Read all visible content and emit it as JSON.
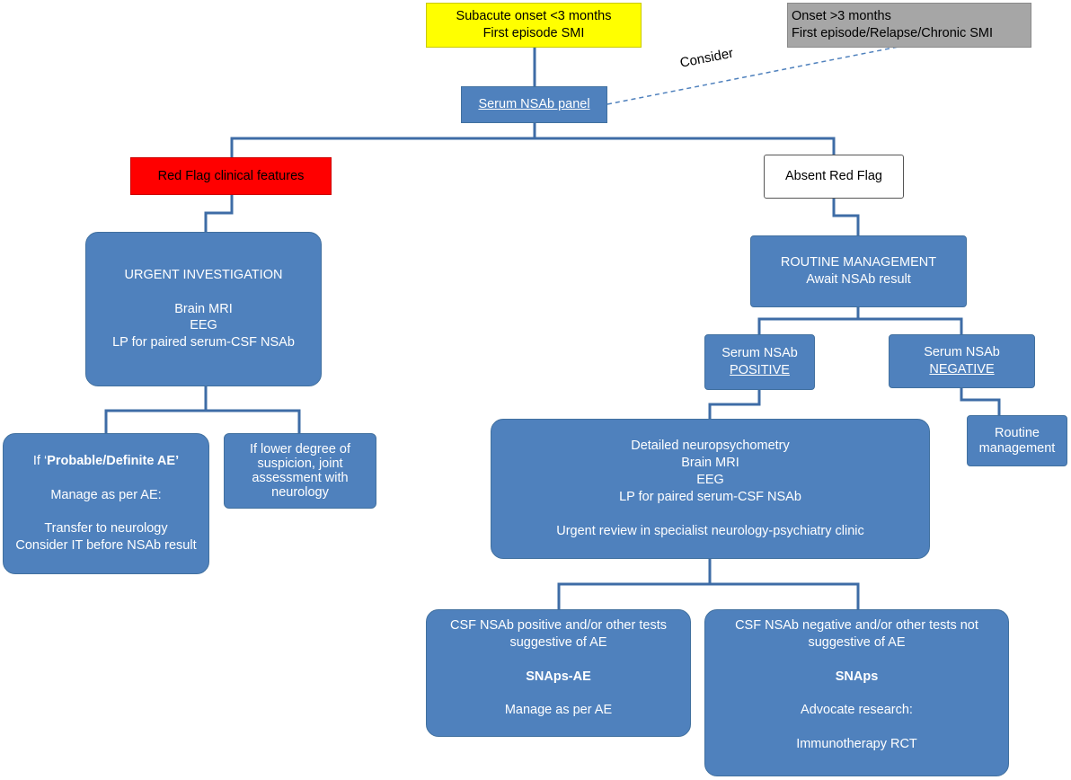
{
  "colors": {
    "box_fill": "#4f81bd",
    "connector": "#3e6ca6",
    "yellow": "#ffff00",
    "grey": "#a6a6a6",
    "red": "#ff0000"
  },
  "nodes": {
    "subacute": {
      "line1": "Subacute onset <3 months",
      "line2": "First episode SMI"
    },
    "onset_over": {
      "line1": "Onset >3 months",
      "line2": "First episode/Relapse/Chronic SMI"
    },
    "consider_label": "Consider",
    "serum_panel": "Serum NSAb panel",
    "red_flag": "Red Flag clinical features",
    "absent_red_flag": "Absent Red Flag",
    "urgent": {
      "title": "URGENT INVESTIGATION",
      "line1": "Brain MRI",
      "line2": "EEG",
      "line3": "LP for paired serum-CSF NSAb"
    },
    "probable": {
      "prefix": "If ‘",
      "bold": "Probable/Definite AE’",
      "line2": "Manage as per AE:",
      "line3": "Transfer to neurology",
      "line4": "Consider IT before NSAb result"
    },
    "lower_degree": {
      "line1": "If lower degree of",
      "line2": "suspicion, joint",
      "line3": "assessment with",
      "line4": "neurology"
    },
    "routine_mgmt": {
      "line1": "ROUTINE MANAGEMENT",
      "line2": "Await NSAb result"
    },
    "positive": {
      "line1": "Serum NSAb",
      "line2": "POSITIVE"
    },
    "negative": {
      "line1": "Serum NSAb",
      "line2": "NEGATIVE"
    },
    "routine_small": {
      "line1": "Routine",
      "line2": "management"
    },
    "detailed": {
      "line1": "Detailed neuropsychometry",
      "line2": "Brain MRI",
      "line3": "EEG",
      "line4": "LP for paired serum-CSF NSAb",
      "line5": "Urgent review in specialist neurology-psychiatry clinic"
    },
    "csf_positive": {
      "line1": "CSF NSAb positive and/or other tests",
      "line2": "suggestive of AE",
      "bold": "SNAps-AE",
      "line3": "Manage as per AE"
    },
    "csf_negative": {
      "line1": "CSF NSAb negative and/or other tests not",
      "line2": "suggestive of AE",
      "bold": "SNAps",
      "line3": "Advocate research:",
      "line4": "Immunotherapy RCT"
    }
  }
}
